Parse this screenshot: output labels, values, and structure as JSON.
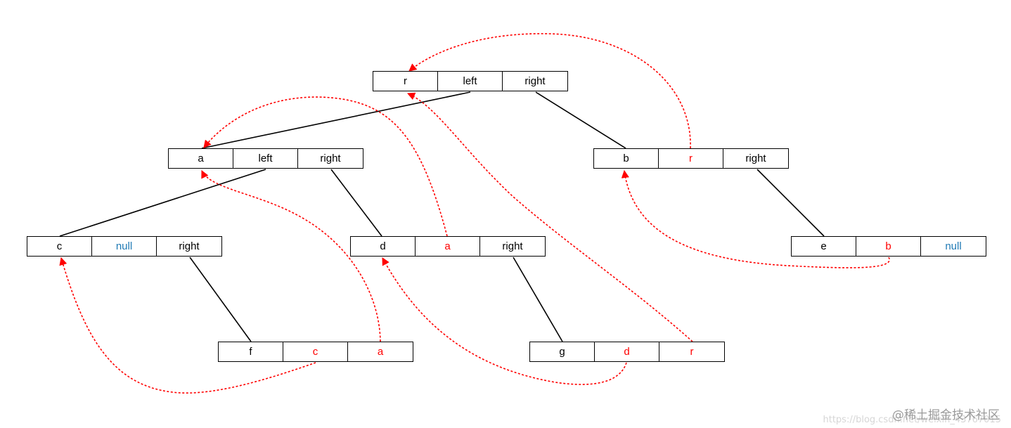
{
  "nodes": [
    {
      "id": "r",
      "cells": [
        {
          "text": "r",
          "kind": "name"
        },
        {
          "text": "left",
          "kind": "ptr"
        },
        {
          "text": "right",
          "kind": "ptr"
        }
      ]
    },
    {
      "id": "a",
      "cells": [
        {
          "text": "a",
          "kind": "name"
        },
        {
          "text": "left",
          "kind": "ptr"
        },
        {
          "text": "right",
          "kind": "ptr"
        }
      ]
    },
    {
      "id": "b",
      "cells": [
        {
          "text": "b",
          "kind": "name"
        },
        {
          "text": "r",
          "kind": "thread"
        },
        {
          "text": "right",
          "kind": "ptr"
        }
      ]
    },
    {
      "id": "c",
      "cells": [
        {
          "text": "c",
          "kind": "name"
        },
        {
          "text": "null",
          "kind": "null"
        },
        {
          "text": "right",
          "kind": "ptr"
        }
      ]
    },
    {
      "id": "d",
      "cells": [
        {
          "text": "d",
          "kind": "name"
        },
        {
          "text": "a",
          "kind": "thread"
        },
        {
          "text": "right",
          "kind": "ptr"
        }
      ]
    },
    {
      "id": "e",
      "cells": [
        {
          "text": "e",
          "kind": "name"
        },
        {
          "text": "b",
          "kind": "thread"
        },
        {
          "text": "null",
          "kind": "null"
        }
      ]
    },
    {
      "id": "f",
      "cells": [
        {
          "text": "f",
          "kind": "name"
        },
        {
          "text": "c",
          "kind": "thread"
        },
        {
          "text": "a",
          "kind": "thread"
        }
      ]
    },
    {
      "id": "g",
      "cells": [
        {
          "text": "g",
          "kind": "name"
        },
        {
          "text": "d",
          "kind": "thread"
        },
        {
          "text": "r",
          "kind": "thread"
        }
      ]
    }
  ],
  "colors": {
    "thread": "#ff0000",
    "null": "#1f7ab5",
    "edge": "#000000"
  },
  "watermark": "@稀土掘金技术社区",
  "watermark_url": "https://blog.csdn.net/weixin_43767015"
}
